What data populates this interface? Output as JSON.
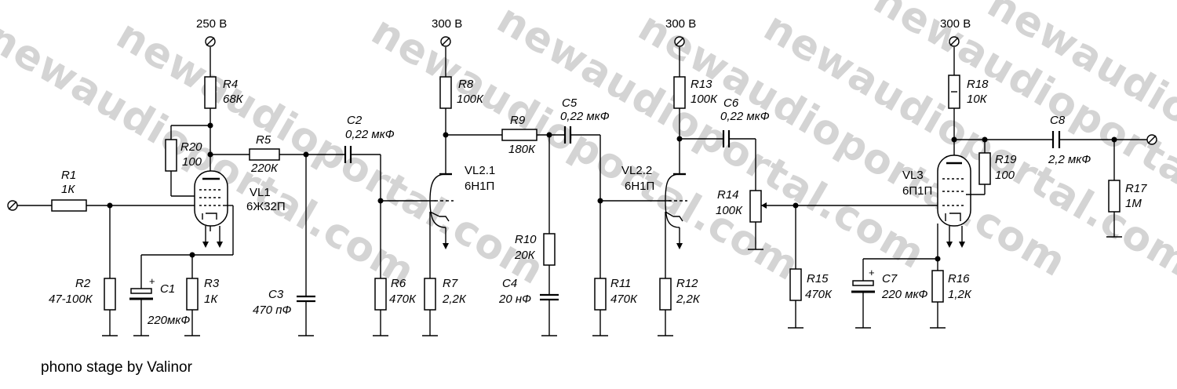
{
  "watermark": "newaudioportal.com",
  "credit": "phono stage by Valinor",
  "supply": {
    "v1": "250 В",
    "v2": "300 В",
    "v3": "300 В",
    "v4": "300 В"
  },
  "tubes": {
    "vl1": {
      "ref": "VL1",
      "type": "6Ж32П"
    },
    "vl21": {
      "ref": "VL2.1",
      "type": "6Н1П"
    },
    "vl22": {
      "ref": "VL2.2",
      "type": "6Н1П"
    },
    "vl3": {
      "ref": "VL3",
      "type": "6П1П"
    }
  },
  "components": {
    "r1": {
      "ref": "R1",
      "val": "1К"
    },
    "r2": {
      "ref": "R2",
      "val": "47-100К"
    },
    "r3": {
      "ref": "R3",
      "val": "1К"
    },
    "r4": {
      "ref": "R4",
      "val": "68К"
    },
    "r5": {
      "ref": "R5",
      "val": "220К"
    },
    "r6": {
      "ref": "R6",
      "val": "470К"
    },
    "r7": {
      "ref": "R7",
      "val": "2,2К"
    },
    "r8": {
      "ref": "R8",
      "val": "100К"
    },
    "r9": {
      "ref": "R9",
      "val": "180К"
    },
    "r10": {
      "ref": "R10",
      "val": "20К"
    },
    "r11": {
      "ref": "R11",
      "val": "470К"
    },
    "r12": {
      "ref": "R12",
      "val": "2,2К"
    },
    "r13": {
      "ref": "R13",
      "val": "100К"
    },
    "r14": {
      "ref": "R14",
      "val": "100К"
    },
    "r15": {
      "ref": "R15",
      "val": "470К"
    },
    "r16": {
      "ref": "R16",
      "val": "1,2К"
    },
    "r17": {
      "ref": "R17",
      "val": "1М"
    },
    "r18": {
      "ref": "R18",
      "val": "10К"
    },
    "r19": {
      "ref": "R19",
      "val": "100"
    },
    "r20": {
      "ref": "R20",
      "val": "100"
    },
    "c1": {
      "ref": "C1",
      "val": "220мкФ"
    },
    "c2": {
      "ref": "C2",
      "val": "0,22 мкФ"
    },
    "c3": {
      "ref": "C3",
      "val": "470 пФ"
    },
    "c4": {
      "ref": "C4",
      "val": "20 нФ"
    },
    "c5": {
      "ref": "C5",
      "val": "0,22 мкФ"
    },
    "c6": {
      "ref": "C6",
      "val": "0,22 мкФ"
    },
    "c7": {
      "ref": "C7",
      "val": "220 мкФ"
    },
    "c8": {
      "ref": "C8",
      "val": "2,2 мкФ"
    }
  }
}
